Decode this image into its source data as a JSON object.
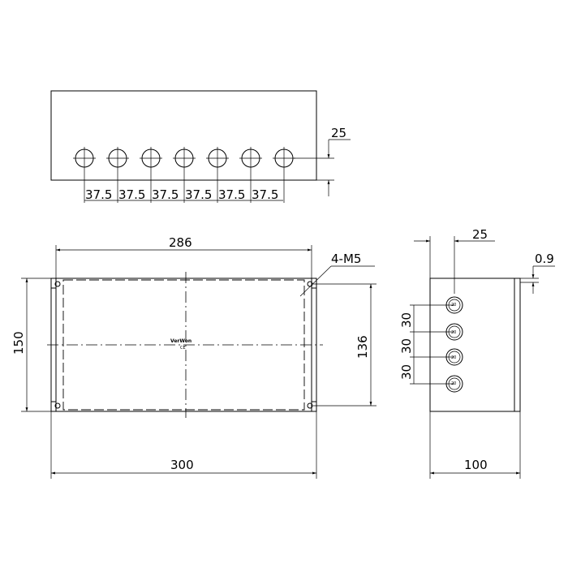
{
  "top_view": {
    "hole_spacings": [
      "37.5",
      "37.5",
      "37.5",
      "37.5",
      "37.5",
      "37.5"
    ],
    "hole_offset": "25"
  },
  "front_view": {
    "inner_width": "286",
    "outer_width": "300",
    "outer_height": "150",
    "inner_height": "136",
    "screw_spec": "4-M5",
    "logo": "VerWon"
  },
  "side_view": {
    "hole_offset": "25",
    "thickness": "0.9",
    "hole_spacings": [
      "30",
      "30",
      "30"
    ],
    "hole_labels": [
      "20",
      "20",
      "20",
      "20"
    ],
    "depth": "100"
  }
}
